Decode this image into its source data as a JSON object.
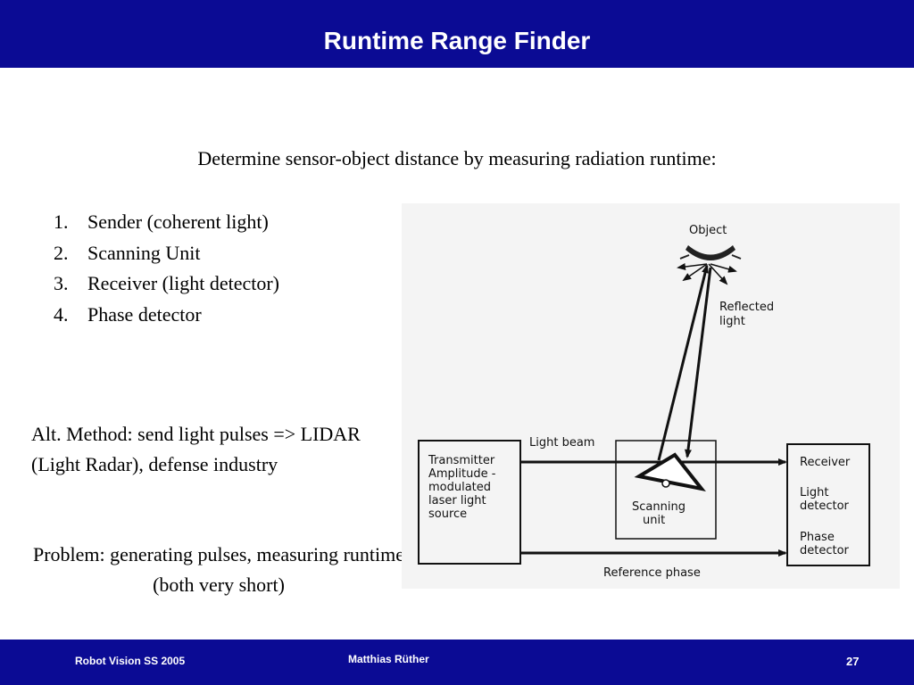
{
  "slide": {
    "title": "Runtime Range Finder",
    "intro": "Determine sensor-object distance by measuring radiation runtime:",
    "steps": [
      {
        "num": "1.",
        "text": "Sender (coherent light)"
      },
      {
        "num": "2.",
        "text": "Scanning Unit"
      },
      {
        "num": "3.",
        "text": "Receiver (light detector)"
      },
      {
        "num": "4.",
        "text": "Phase detector"
      }
    ],
    "alt_method": "Alt. Method: send light pulses => LIDAR (Light Radar), defense industry",
    "problem": "Problem: generating pulses, measuring runtime (both very short)"
  },
  "diagram": {
    "object": "Object",
    "reflected_1": "Reflected",
    "reflected_2": "light",
    "light_beam": "Light beam",
    "transmitter": [
      "Transmitter",
      "Amplitude -",
      "modulated",
      "laser light",
      "source"
    ],
    "scanning": [
      "Scanning",
      "unit"
    ],
    "receiver": "Receiver",
    "detector": [
      "Light",
      "detector"
    ],
    "phase": [
      "Phase",
      "detector"
    ],
    "reference": "Reference  phase"
  },
  "footer": {
    "left": "Robot Vision SS 2005",
    "center": "Matthias Rüther",
    "page": "27"
  }
}
